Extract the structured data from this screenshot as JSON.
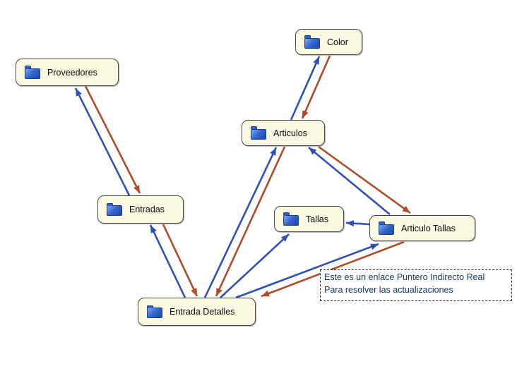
{
  "diagram": {
    "nodes": [
      {
        "id": "proveedores",
        "label": "Proveedores"
      },
      {
        "id": "color",
        "label": "Color"
      },
      {
        "id": "articulos",
        "label": "Articulos"
      },
      {
        "id": "entradas",
        "label": "Entradas"
      },
      {
        "id": "tallas",
        "label": "Tallas"
      },
      {
        "id": "articulo_tallas",
        "label": "Articulo Tallas"
      },
      {
        "id": "entrada_detalles",
        "label": "Entrada Detalles"
      }
    ],
    "annotation": {
      "line1": "Este es un enlace Puntero Indirecto Real",
      "line2": "Para resolver las actualizaciones"
    },
    "edges": [
      {
        "from": "Entradas",
        "to": "Proveedores",
        "color": "blue"
      },
      {
        "from": "Proveedores",
        "to": "Entradas",
        "color": "red"
      },
      {
        "from": "Articulos",
        "to": "Color",
        "color": "blue"
      },
      {
        "from": "Color",
        "to": "Articulos",
        "color": "red"
      },
      {
        "from": "Entrada Detalles",
        "to": "Entradas",
        "color": "blue"
      },
      {
        "from": "Entradas",
        "to": "Entrada Detalles",
        "color": "red"
      },
      {
        "from": "Entrada Detalles",
        "to": "Articulos",
        "color": "blue"
      },
      {
        "from": "Articulos",
        "to": "Entrada Detalles",
        "color": "red"
      },
      {
        "from": "Entrada Detalles",
        "to": "Tallas",
        "color": "blue"
      },
      {
        "from": "Articulo Tallas",
        "to": "Tallas",
        "color": "blue"
      },
      {
        "from": "Articulo Tallas",
        "to": "Articulos",
        "color": "blue"
      },
      {
        "from": "Articulos",
        "to": "Articulo Tallas",
        "color": "red"
      },
      {
        "from": "Entrada Detalles",
        "to": "Articulo Tallas",
        "color": "blue"
      },
      {
        "from": "Articulo Tallas",
        "to": "Entrada Detalles",
        "color": "red"
      }
    ],
    "colors": {
      "link_blue": "#3050B5",
      "link_red": "#AE4A28",
      "node_fill": "#FBF9E1",
      "node_border": "#48484A",
      "annotation_text": "#17375E"
    }
  }
}
